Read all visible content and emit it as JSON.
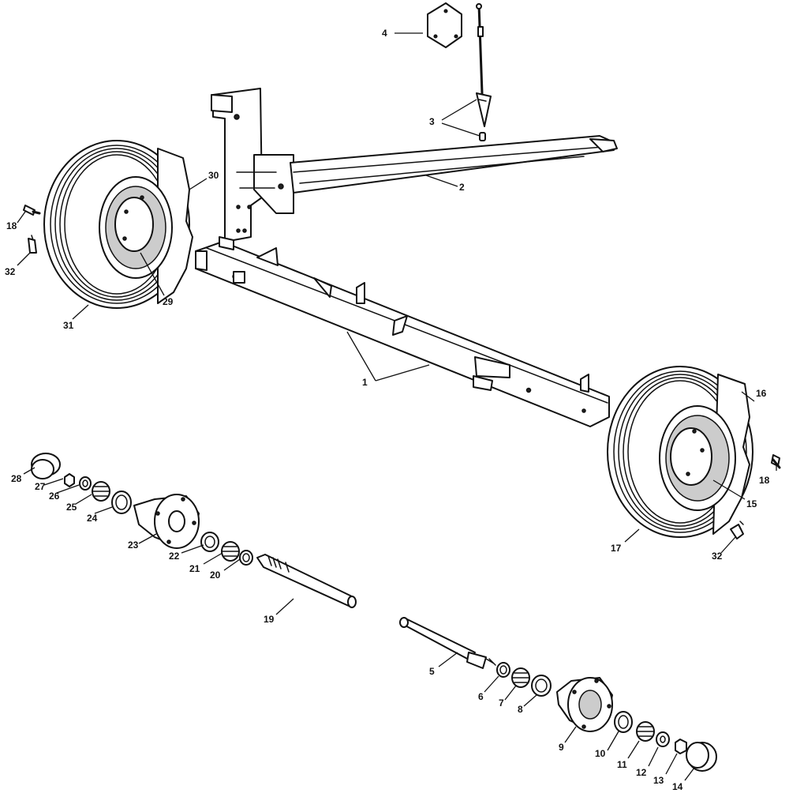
{
  "callouts": [
    {
      "id": "1",
      "label": "1"
    },
    {
      "id": "2",
      "label": "2"
    },
    {
      "id": "3a",
      "label": "3"
    },
    {
      "id": "4",
      "label": "4"
    },
    {
      "id": "5",
      "label": "5"
    },
    {
      "id": "6",
      "label": "6"
    },
    {
      "id": "7",
      "label": "7"
    },
    {
      "id": "8",
      "label": "8"
    },
    {
      "id": "9",
      "label": "9"
    },
    {
      "id": "10",
      "label": "10"
    },
    {
      "id": "11",
      "label": "11"
    },
    {
      "id": "12",
      "label": "12"
    },
    {
      "id": "13",
      "label": "13"
    },
    {
      "id": "14",
      "label": "14"
    },
    {
      "id": "15",
      "label": "15"
    },
    {
      "id": "16",
      "label": "16"
    },
    {
      "id": "17",
      "label": "17"
    },
    {
      "id": "18a",
      "label": "18"
    },
    {
      "id": "18b",
      "label": "18"
    },
    {
      "id": "19",
      "label": "19"
    },
    {
      "id": "20",
      "label": "20"
    },
    {
      "id": "21",
      "label": "21"
    },
    {
      "id": "22",
      "label": "22"
    },
    {
      "id": "23",
      "label": "23"
    },
    {
      "id": "24",
      "label": "24"
    },
    {
      "id": "25",
      "label": "25"
    },
    {
      "id": "26",
      "label": "26"
    },
    {
      "id": "27",
      "label": "27"
    },
    {
      "id": "28",
      "label": "28"
    },
    {
      "id": "29",
      "label": "29"
    },
    {
      "id": "30",
      "label": "30"
    },
    {
      "id": "31",
      "label": "31"
    },
    {
      "id": "32a",
      "label": "32"
    },
    {
      "id": "32b",
      "label": "32"
    }
  ]
}
